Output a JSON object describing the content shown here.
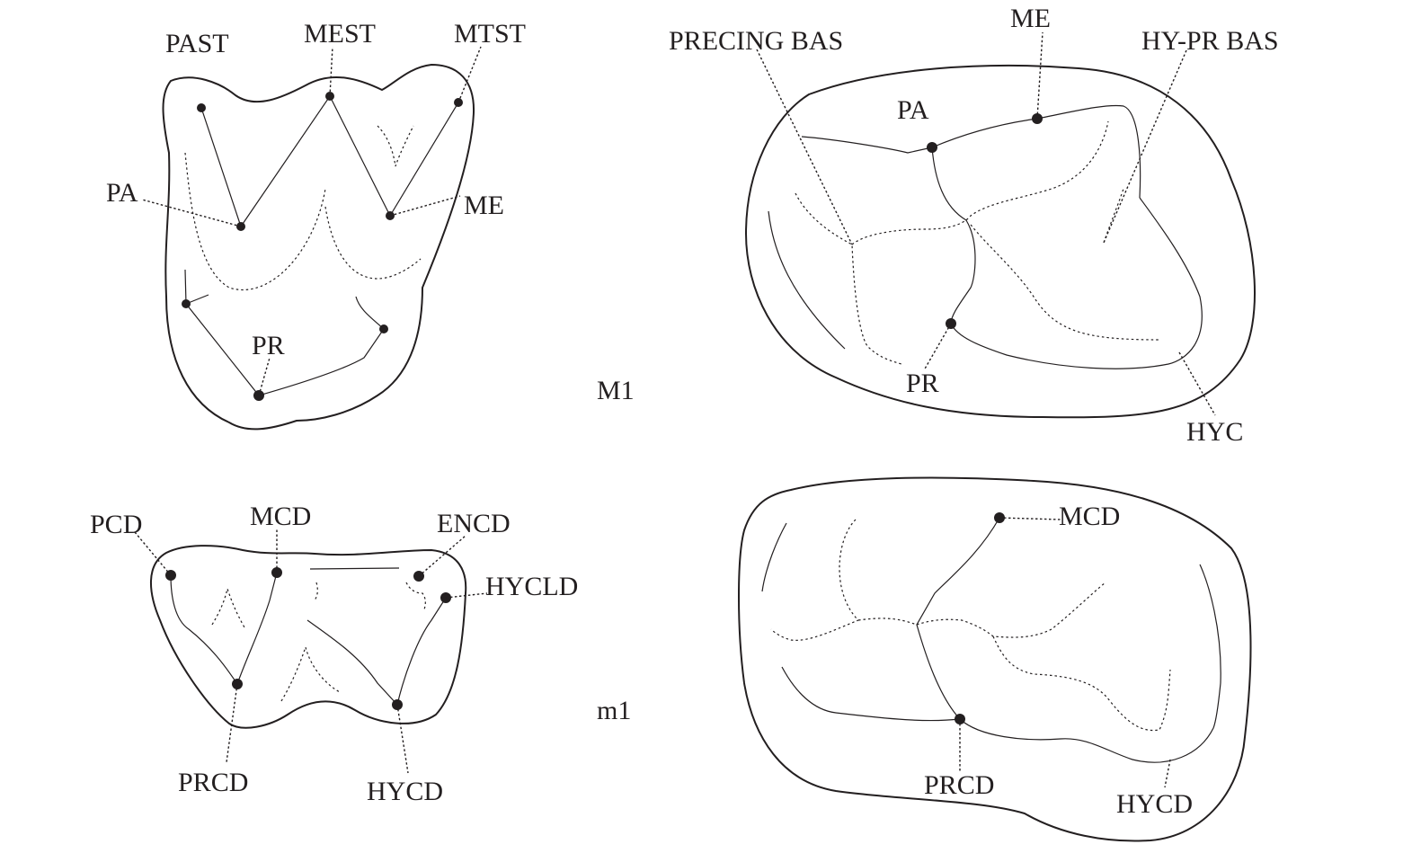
{
  "panels": {
    "upper_left": {
      "labels": {
        "past": "PAST",
        "mest": "MEST",
        "mtst": "MTST",
        "pa": "PA",
        "me": "ME",
        "pr": "PR"
      }
    },
    "upper_right": {
      "labels": {
        "precing_bas": "PRECING BAS",
        "me": "ME",
        "hy_pr_bas": "HY-PR BAS",
        "pa": "PA",
        "pr": "PR",
        "hyc": "HYC"
      }
    },
    "lower_left": {
      "labels": {
        "pcd": "PCD",
        "mcd": "MCD",
        "encd": "ENCD",
        "hycld": "HYCLD",
        "prcd": "PRCD",
        "hycd": "HYCD"
      }
    },
    "lower_right": {
      "labels": {
        "mcd": "MCD",
        "prcd": "PRCD",
        "hycd": "HYCD"
      }
    }
  },
  "row_labels": {
    "upper": "M1",
    "lower": "m1"
  },
  "colors": {
    "ink": "#231f20",
    "background": "#ffffff"
  }
}
